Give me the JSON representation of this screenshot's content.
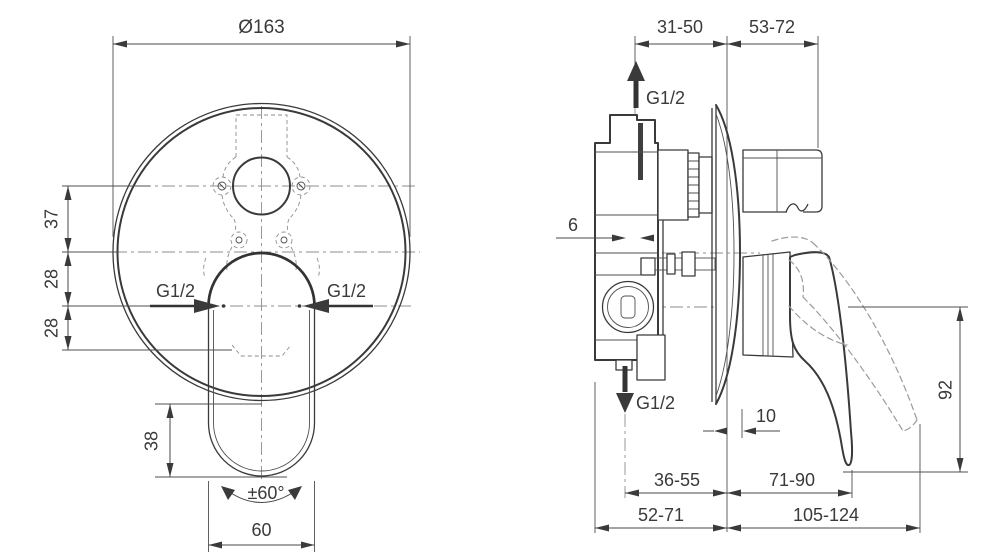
{
  "front_view": {
    "diameter": "Ø163",
    "dims_vertical": [
      "37",
      "28",
      "28"
    ],
    "inlet_left": "G1/2",
    "inlet_right": "G1/2",
    "dim_handle_length": "38",
    "swivel_angle": "±60°",
    "dim_handle_width": "60"
  },
  "side_view": {
    "dim_depth_rear_top": "31-50",
    "dim_depth_front_top": "53-72",
    "outlet_top": "G1/2",
    "dim_offset": "6",
    "outlet_bottom": "G1/2",
    "dim_plate_offset": "10",
    "dim_lever_drop": "92",
    "dim_depth_rear_bottom": "36-55",
    "dim_lever_reach": "71-90",
    "dim_depth_total_bottom": "52-71",
    "dim_lever_reach_max": "105-124"
  },
  "colors": {
    "line": "#3a3a3a",
    "dimension": "#4a4a4a",
    "centerline": "#8d8d8d",
    "phantom": "#9b9b9b",
    "background": "#ffffff"
  }
}
